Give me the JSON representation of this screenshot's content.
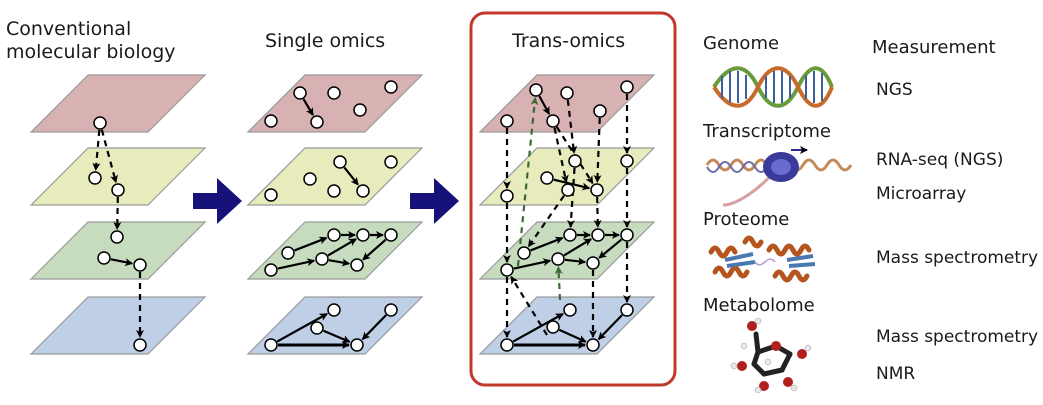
{
  "columns": [
    {
      "title_line1": "Conventional",
      "title_line2": "molecular biology"
    },
    {
      "title_line1": "Single omics"
    },
    {
      "title_line1": "Trans-omics"
    }
  ],
  "layers": [
    {
      "name": "genome-layer",
      "color": "#d8b1b3"
    },
    {
      "name": "transcriptome-layer",
      "color": "#e8ebbc"
    },
    {
      "name": "proteome-layer",
      "color": "#c7dcbf"
    },
    {
      "name": "metabolome-layer",
      "color": "#bfcfe6"
    }
  ],
  "colors": {
    "arrow": "#16127a",
    "highlight_border": "#c0392b",
    "plane_edge": "#9a9a9a"
  },
  "right_panel": {
    "measurement_header": "Measurement",
    "omics": [
      {
        "label": "Genome",
        "image": "dna-double-helix",
        "measurements": [
          "NGS"
        ]
      },
      {
        "label": "Transcriptome",
        "image": "rna-transcription",
        "measurements": [
          "RNA-seq (NGS)",
          "Microarray"
        ]
      },
      {
        "label": "Proteome",
        "image": "protein-structure",
        "measurements": [
          "Mass spectrometry"
        ]
      },
      {
        "label": "Metabolome",
        "image": "glucose-molecule",
        "measurements": [
          "Mass spectrometry",
          "NMR"
        ]
      }
    ]
  }
}
